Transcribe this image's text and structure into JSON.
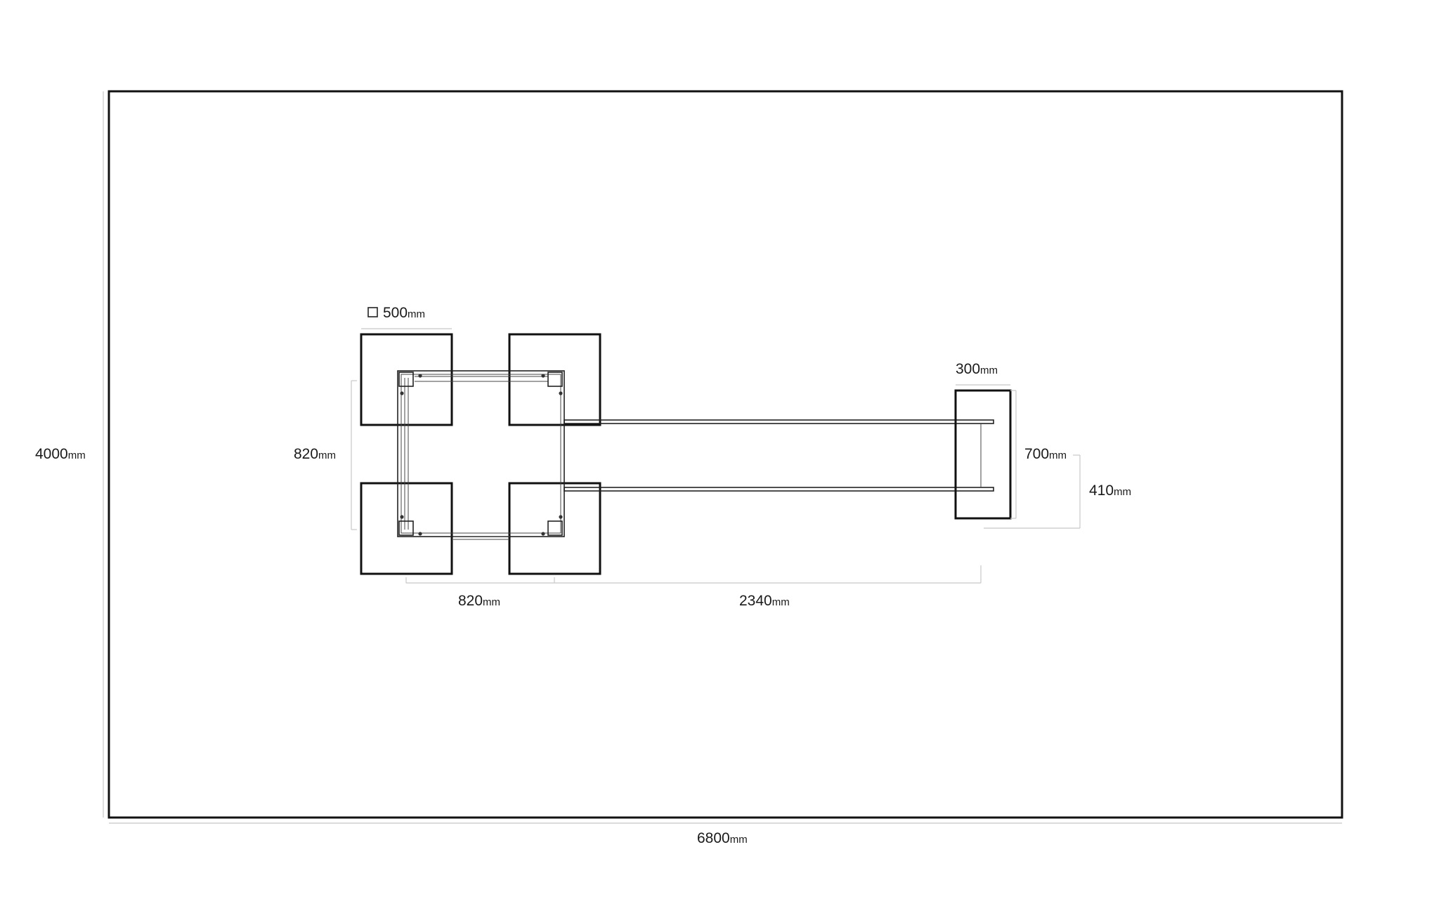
{
  "unit": "mm",
  "dimensions": {
    "floor_width": "6800",
    "floor_depth": "4000",
    "planter_size": "500",
    "frame_depth": "820",
    "frame_width": "820",
    "beam_length": "2340",
    "end_block_width": "300",
    "end_block_depth": "700",
    "beam_spacing": "410"
  },
  "symbols": {
    "square_symbol": "square-section-icon"
  }
}
